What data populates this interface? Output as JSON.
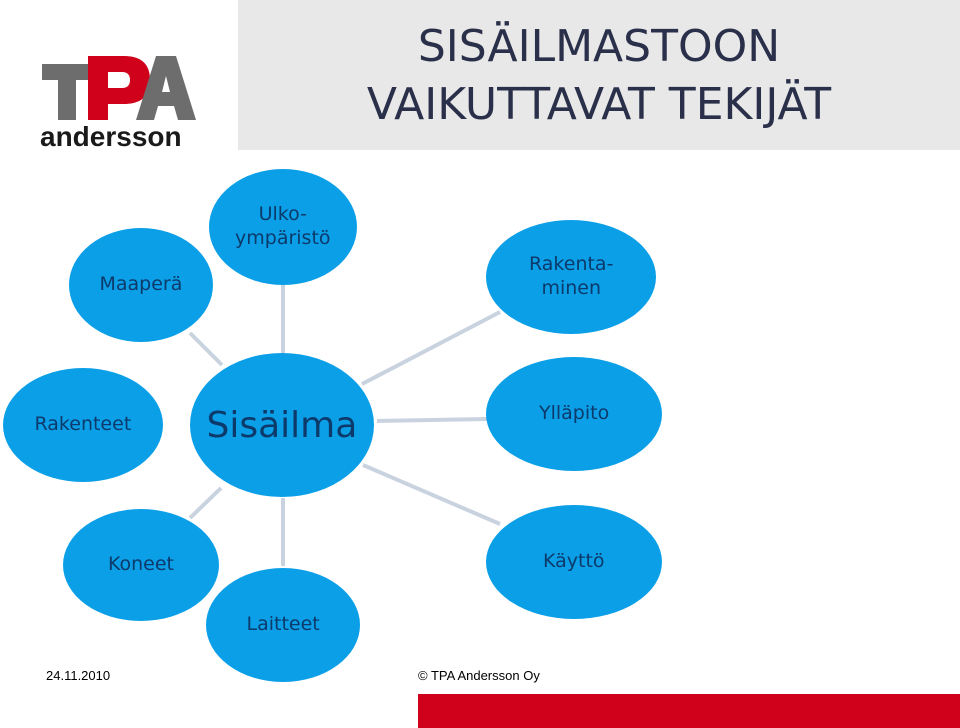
{
  "header": {
    "title_line1": "SISÄILMASTOON",
    "title_line2": "VAIKUTTAVAT TEKIJÄT"
  },
  "logo": {
    "letters": "TPA",
    "wordmark": "andersson",
    "colors": {
      "T": "#6d6d6d",
      "P": "#d0021b",
      "A": "#6d6d6d",
      "wordmark": "#1a1a1a"
    }
  },
  "diagram": {
    "center": {
      "id": "sisailma",
      "label": "Sisäilma"
    },
    "nodes": [
      {
        "id": "maapera",
        "lines": [
          "Maaperä"
        ]
      },
      {
        "id": "ulkoymparisto",
        "lines": [
          "Ulko-",
          "ympäristö"
        ]
      },
      {
        "id": "rakentaminen",
        "lines": [
          "Rakenta-",
          "minen"
        ]
      },
      {
        "id": "rakenteet",
        "lines": [
          "Rakenteet"
        ]
      },
      {
        "id": "yllapito",
        "lines": [
          "Ylläpito"
        ]
      },
      {
        "id": "koneet",
        "lines": [
          "Koneet"
        ]
      },
      {
        "id": "kaytto",
        "lines": [
          "Käyttö"
        ]
      },
      {
        "id": "laitteet",
        "lines": [
          "Laitteet"
        ]
      }
    ],
    "colors": {
      "node_fill": "#0b9fe8",
      "connector": "#c9d3df",
      "label": "#0c3a6a"
    }
  },
  "footer": {
    "date": "24.11.2010",
    "copyright": "© TPA Andersson Oy",
    "bar_color": "#d0021b"
  }
}
